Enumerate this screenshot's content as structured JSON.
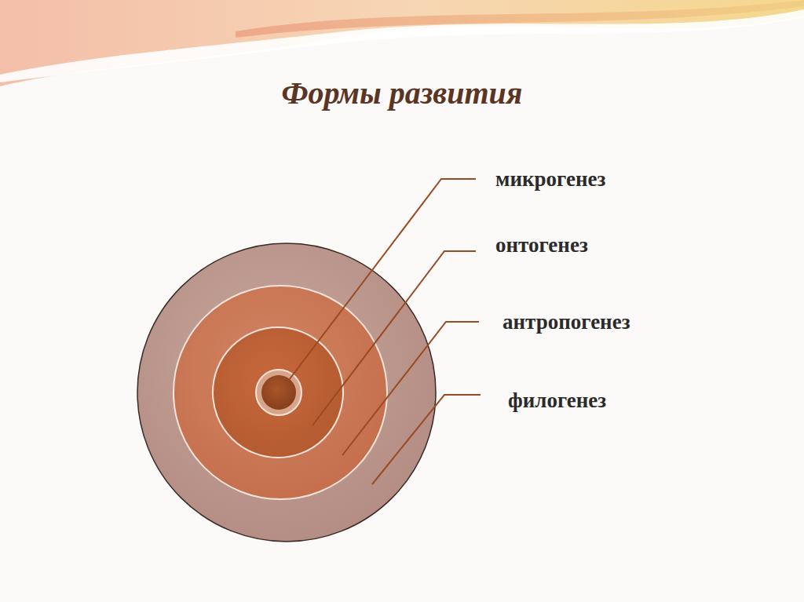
{
  "diagram": {
    "title": "Формы развития",
    "labels": [
      "микрогенез",
      "онтогенез",
      "антропогенез",
      "филогенез"
    ]
  }
}
